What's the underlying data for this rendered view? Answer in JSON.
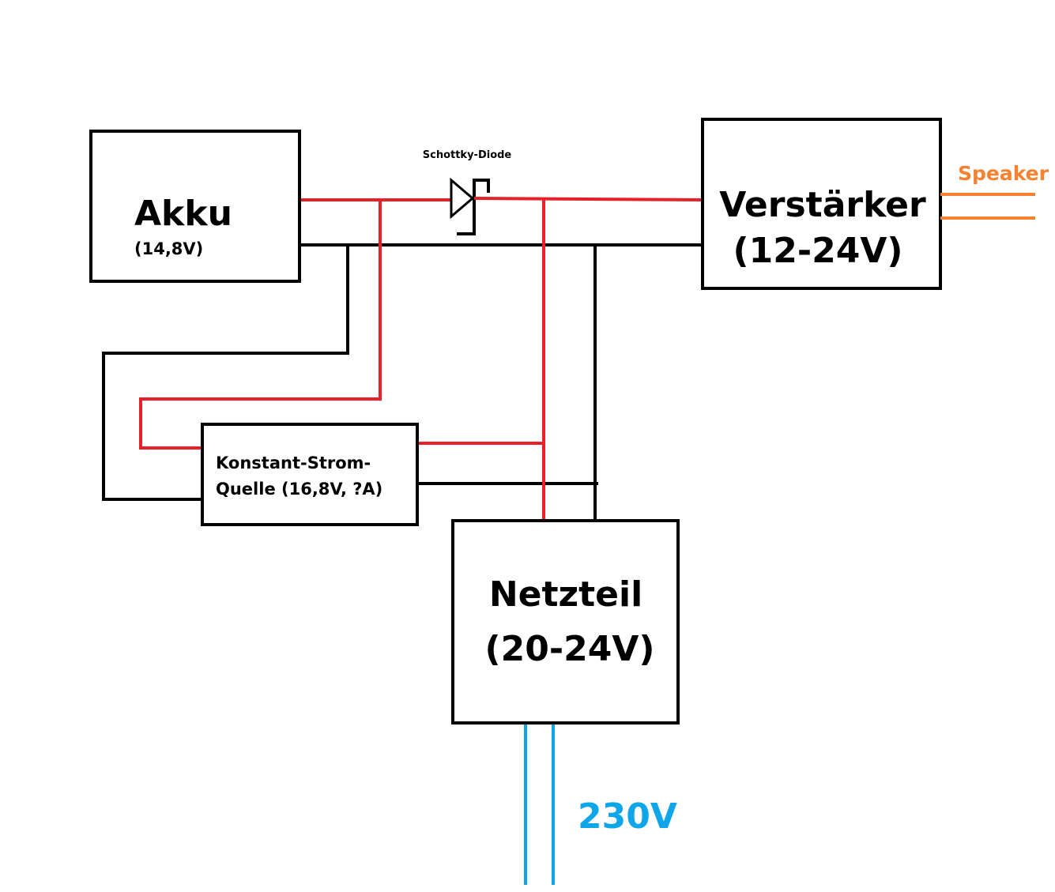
{
  "blocks": {
    "akku": {
      "title": "Akku",
      "subtitle": "(14,8V)"
    },
    "verstaerker": {
      "title": "Verstärker",
      "subtitle": "(12-24V)"
    },
    "ksq": {
      "line1": "Konstant-Strom-",
      "line2": "Quelle (16,8V, ?A)"
    },
    "netzteil": {
      "title": "Netzteil",
      "subtitle": "(20-24V)"
    }
  },
  "labels": {
    "diode": "Schottky-Diode",
    "speaker": "Speaker",
    "mains": "230V"
  },
  "colors": {
    "positive_wire": "#e8202a",
    "negative_wire": "#000000",
    "speaker_wire": "#f58231",
    "mains_wire": "#0ea5e9"
  }
}
